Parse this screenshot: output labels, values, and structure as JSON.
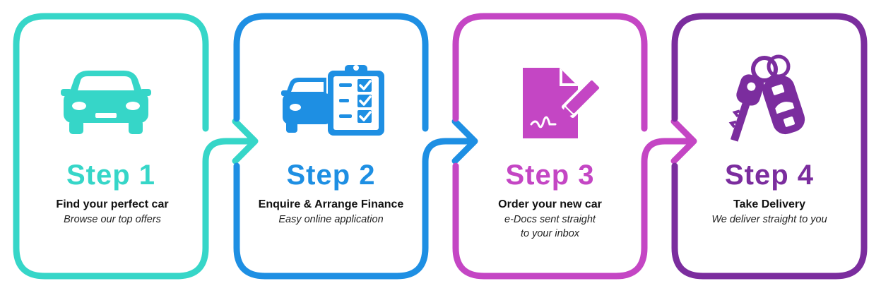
{
  "colors": {
    "step1": "#36d6c8",
    "step2": "#1e8fe3",
    "step3": "#c446c4",
    "step4": "#7b2d9e"
  },
  "steps": [
    {
      "title": "Step 1",
      "heading": "Find your perfect car",
      "sub": [
        "Browse our top offers"
      ],
      "icon": "car-icon"
    },
    {
      "title": "Step 2",
      "heading": "Enquire & Arrange Finance",
      "sub": [
        "Easy online application"
      ],
      "icon": "car-checklist-icon"
    },
    {
      "title": "Step 3",
      "heading": "Order your new car",
      "sub": [
        "e-Docs sent straight",
        "to your inbox"
      ],
      "icon": "document-sign-icon"
    },
    {
      "title": "Step 4",
      "heading": "Take Delivery",
      "sub": [
        "We deliver straight to you"
      ],
      "icon": "car-keys-icon"
    }
  ]
}
